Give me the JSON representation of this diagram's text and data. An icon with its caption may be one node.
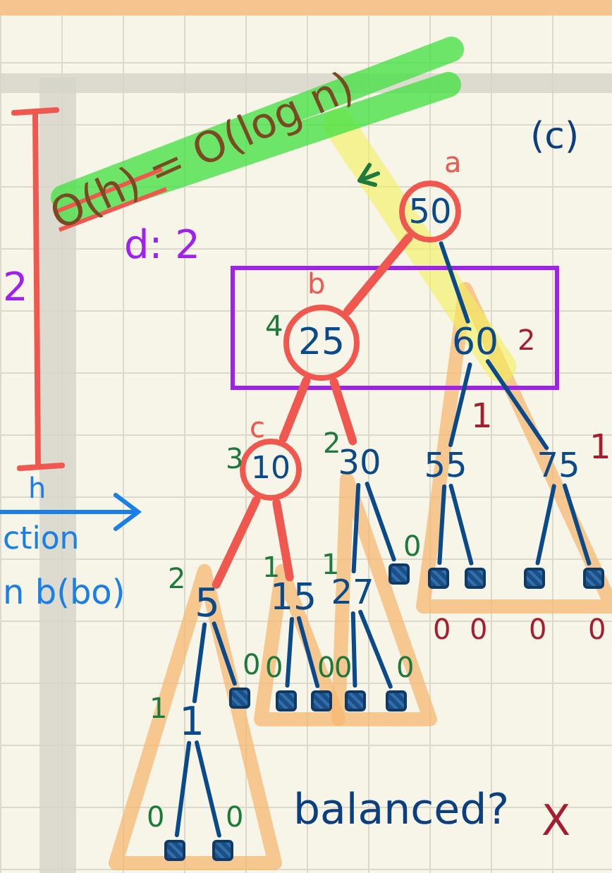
{
  "diagram": {
    "nodes": [
      {
        "text": [
          "50"
        ],
        "beside": [
          "a"
        ]
      },
      {
        "text": [
          "25"
        ],
        "beside": [
          "b",
          "4"
        ]
      },
      {
        "text": [
          "60"
        ],
        "beside": [
          "2"
        ]
      },
      {
        "text": [
          "10"
        ],
        "beside": [
          "c",
          "3"
        ]
      },
      {
        "text": [
          "30"
        ],
        "beside": [
          "2"
        ]
      },
      {
        "text": [
          "55"
        ]
      },
      {
        "text": [
          "75"
        ]
      },
      {
        "text": [
          "5"
        ],
        "beside": [
          "2"
        ]
      },
      {
        "text": [
          "15"
        ],
        "beside": [
          "1"
        ]
      },
      {
        "text": [
          "27"
        ],
        "beside": [
          "1"
        ]
      },
      {
        "text": [
          "1"
        ],
        "beside": [
          "1"
        ]
      },
      {
        "text": [],
        "shape": "box",
        "beside": [
          "0"
        ]
      },
      {
        "text": [],
        "shape": "box",
        "beside": [
          "0"
        ]
      },
      {
        "text": [],
        "shape": "box",
        "beside": [
          "0"
        ]
      },
      {
        "text": [],
        "shape": "box",
        "beside": [
          "0"
        ]
      },
      {
        "text": [],
        "shape": "box",
        "beside": [
          "0"
        ]
      },
      {
        "text": [],
        "shape": "box",
        "beside": [
          "0"
        ]
      },
      {
        "text": [],
        "shape": "box",
        "beside": [
          "0"
        ]
      },
      {
        "text": [],
        "shape": "box",
        "beside": [
          "0"
        ]
      },
      {
        "text": [],
        "shape": "box",
        "beside": [
          "0"
        ]
      },
      {
        "text": [],
        "shape": "box",
        "beside": [
          "0"
        ]
      },
      {
        "text": [],
        "shape": "box",
        "beside": [
          "0"
        ]
      },
      {
        "text": [],
        "shape": "box",
        "beside": [
          "0"
        ]
      }
    ],
    "edges": [
      {
        "from": 0,
        "to": 1,
        "arrow": "none",
        "style": "thick",
        "color": "#f0584f"
      },
      {
        "from": 0,
        "to": 2,
        "arrow": "none"
      },
      {
        "from": 1,
        "to": 3,
        "arrow": "none",
        "style": "thick",
        "color": "#f0584f"
      },
      {
        "from": 1,
        "to": 4,
        "arrow": "none",
        "style": "thick",
        "color": "#f0584f"
      },
      {
        "from": 2,
        "to": 5,
        "arrow": "none"
      },
      {
        "from": 2,
        "to": 6,
        "arrow": "none"
      },
      {
        "from": 3,
        "to": 7,
        "arrow": "none",
        "style": "thick",
        "color": "#f0584f"
      },
      {
        "from": 3,
        "to": 8,
        "arrow": "none",
        "style": "thick",
        "color": "#f0584f"
      },
      {
        "from": 4,
        "to": 9,
        "arrow": "none"
      },
      {
        "from": 4,
        "to": 11,
        "arrow": "none"
      },
      {
        "from": 5,
        "to": 12,
        "arrow": "none"
      },
      {
        "from": 5,
        "to": 13,
        "arrow": "none"
      },
      {
        "from": 6,
        "to": 14,
        "arrow": "none"
      },
      {
        "from": 6,
        "to": 15,
        "arrow": "none"
      },
      {
        "from": 7,
        "to": 10,
        "arrow": "none"
      },
      {
        "from": 7,
        "to": 16,
        "arrow": "none"
      },
      {
        "from": 8,
        "to": 17,
        "arrow": "none"
      },
      {
        "from": 8,
        "to": 18,
        "arrow": "none"
      },
      {
        "from": 9,
        "to": 19,
        "arrow": "none"
      },
      {
        "from": 9,
        "to": 20,
        "arrow": "none"
      },
      {
        "from": 10,
        "to": 21,
        "arrow": "none"
      },
      {
        "from": 10,
        "to": 22,
        "arrow": "none"
      }
    ],
    "labels": [
      "O(h) = O(log n)",
      "(c)",
      "d: 2",
      "2",
      "h",
      "ction",
      "n b(bo)",
      "1",
      "1",
      "balanced?",
      "X"
    ]
  }
}
